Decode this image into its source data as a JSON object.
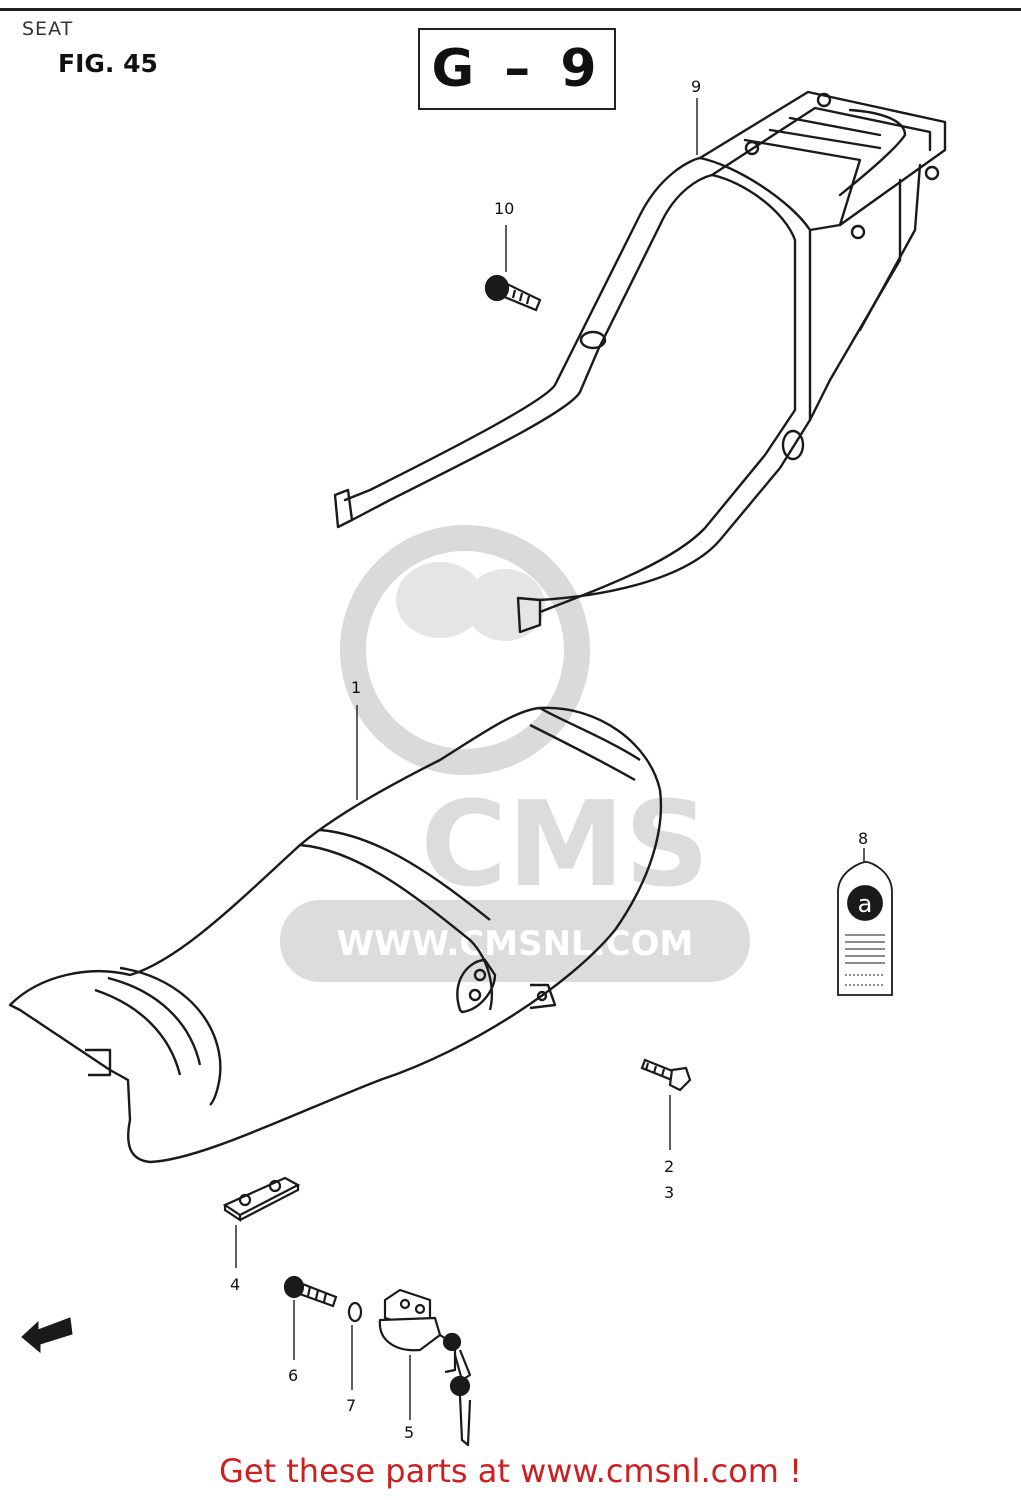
{
  "page": {
    "section_title": "SEAT",
    "figure_label": "FIG. 45",
    "group_code": "G – 9"
  },
  "watermark": {
    "brand": "CMS",
    "url": "WWW.CMSNL.COM"
  },
  "callouts": [
    {
      "id": "c1",
      "label": "1"
    },
    {
      "id": "c2",
      "label": "2"
    },
    {
      "id": "c3",
      "label": "3"
    },
    {
      "id": "c4",
      "label": "4"
    },
    {
      "id": "c5",
      "label": "5"
    },
    {
      "id": "c6",
      "label": "6"
    },
    {
      "id": "c7",
      "label": "7"
    },
    {
      "id": "c8",
      "label": "8"
    },
    {
      "id": "c9",
      "label": "9"
    },
    {
      "id": "c10",
      "label": "10"
    }
  ],
  "footer": {
    "cta_text": "Get these parts at www.cmsnl.com !"
  },
  "colors": {
    "footer_text": "#cc1f1f",
    "line_art": "#1a1a1a",
    "watermark": "#d9d9d9"
  }
}
